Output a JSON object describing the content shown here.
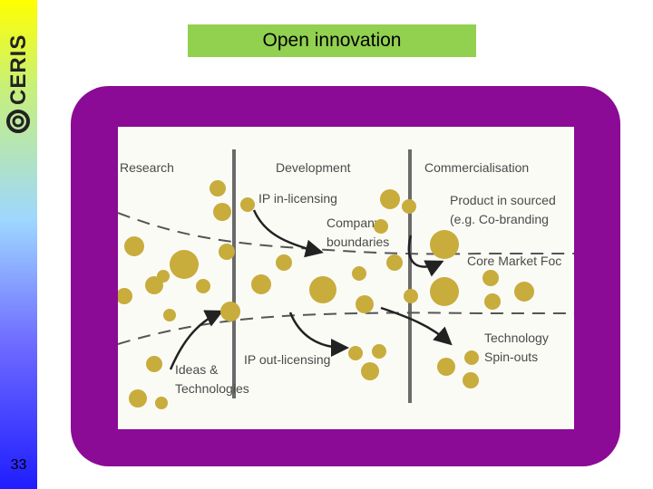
{
  "slide": {
    "title": "Open innovation",
    "number": "33",
    "logo_text": "CERIS"
  },
  "colors": {
    "sidebar_top": "#ffff00",
    "sidebar_bottom": "#1f1dff",
    "title_bg": "#92d050",
    "frame": "#8b0a96",
    "bubble": "#c8ac3c",
    "line": "#6b6b6b"
  },
  "diagram": {
    "phases": [
      "Research",
      "Development",
      "Commercialisation"
    ],
    "labels": {
      "ip_in_licensing": "IP in-licensing",
      "company_boundaries": [
        "Company",
        "boundaries"
      ],
      "product_in_sourced": [
        "Product in sourced",
        "(e.g. Co-branding"
      ],
      "core_market": "Core Market Foc",
      "technology_spinouts": [
        "Technology",
        "Spin-outs"
      ],
      "ip_out_licensing": "IP out-licensing",
      "ideas_technologies": [
        "Ideas &",
        "Technologies"
      ]
    }
  }
}
